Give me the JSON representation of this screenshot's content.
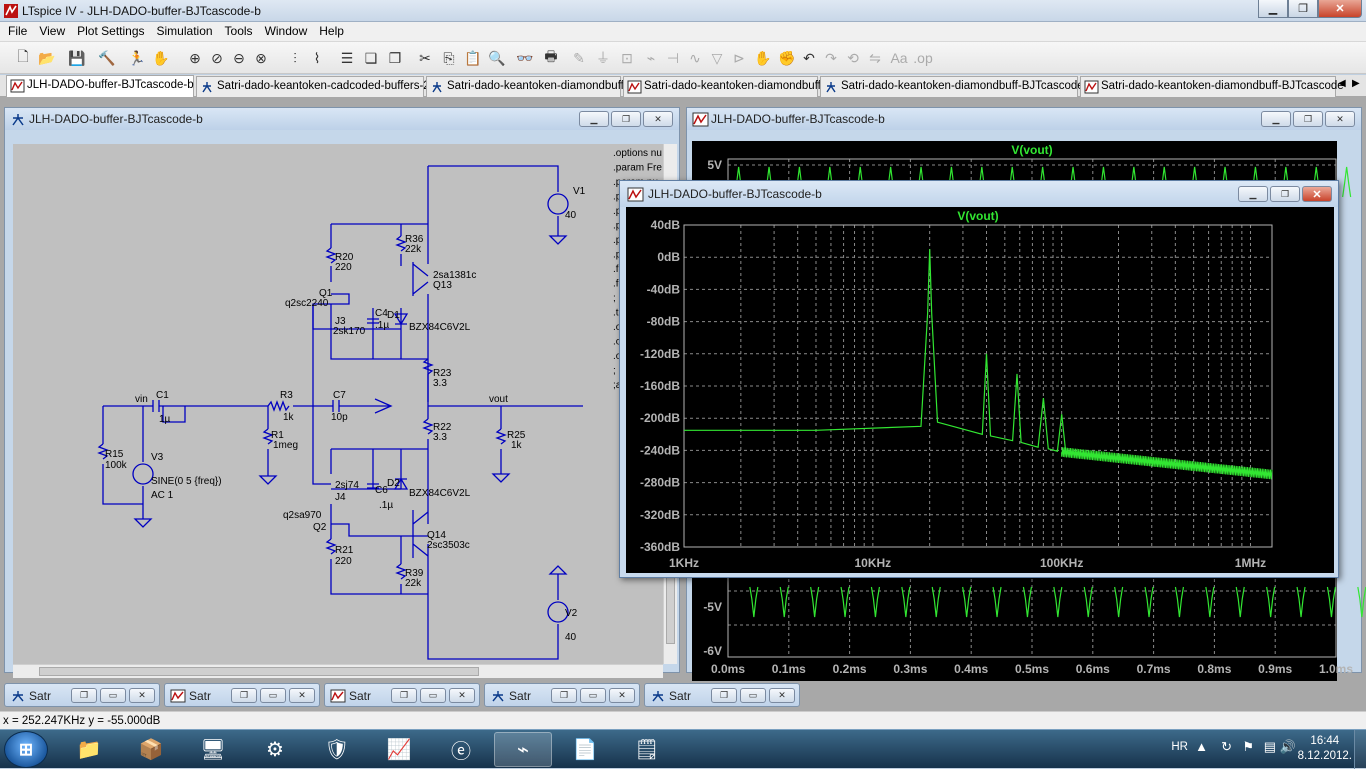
{
  "app": {
    "title": "LTspice IV - JLH-DADO-buffer-BJTcascode-b"
  },
  "menu": [
    "File",
    "View",
    "Plot Settings",
    "Simulation",
    "Tools",
    "Window",
    "Help"
  ],
  "tabs": [
    "JLH-DADO-buffer-BJTcascode-b",
    "Satri-dado-keantoken-cadcoded-buffers-2",
    "Satri-dado-keantoken-diamondbuff",
    "Satri-dado-keantoken-diamondbuff",
    "Satri-dado-keantoken-diamondbuff-BJTcascode",
    "Satri-dado-keantoken-diamondbuff-BJTcascode"
  ],
  "schematic": {
    "title": "JLH-DADO-buffer-BJTcascode-b",
    "labels": [
      "V1",
      "40",
      "R36",
      "22k",
      "R20",
      "220",
      "2sa1381c",
      "Q13",
      "Q1",
      "q2sc2240",
      "J3",
      "2sk170",
      "C4",
      ".1µ",
      "D1",
      "BZX84C6V2L",
      "R23",
      "3.3",
      "vin",
      "C1",
      "1µ",
      "R3",
      "1k",
      "C7",
      "10p",
      "vout",
      "R22",
      "3.3",
      "R25",
      "1k",
      "R1",
      "1meg",
      "R15",
      "100k",
      "V3",
      "SINE(0 5 {freq})",
      "AC 1",
      "2sj74",
      "J4",
      "C6",
      ".1µ",
      "D2",
      "BZX84C6V2L",
      "q2sa970",
      "Q2",
      "Q14",
      "2sc3503c",
      "R21",
      "220",
      "R39",
      "22k",
      "V2",
      "40"
    ],
    "directives": [
      ".options nu",
      ".param Fre",
      ".param nu",
      ".p",
      ".p",
      ".p",
      ".p",
      ".p",
      ".fo",
      ".fo",
      ";",
      ".tr",
      ".op",
      ".op",
      ".op",
      ";",
      ";ac"
    ]
  },
  "transient": {
    "title": "JLH-DADO-buffer-BJTcascode-b",
    "trace": "V(vout)",
    "ytop": "5V",
    "ylabels": [
      "-5V",
      "-6V"
    ],
    "xlabels": [
      "0.0ms",
      "0.1ms",
      "0.2ms",
      "0.3ms",
      "0.4ms",
      "0.5ms",
      "0.6ms",
      "0.7ms",
      "0.8ms",
      "0.9ms",
      "1.0ms"
    ]
  },
  "fft": {
    "title": "JLH-DADO-buffer-BJTcascode-b",
    "trace": "V(vout)",
    "ylabels": [
      "40dB",
      "0dB",
      "-40dB",
      "-80dB",
      "-120dB",
      "-160dB",
      "-200dB",
      "-240dB",
      "-280dB",
      "-320dB",
      "-360dB"
    ],
    "xlabels": [
      "1KHz",
      "10KHz",
      "100KHz",
      "1MHz"
    ]
  },
  "minimized": [
    "Satr",
    "Satr",
    "Satr",
    "Satr",
    "Satr"
  ],
  "status": "x = 252.247KHz   y = -55.000dB",
  "taskbar": {
    "lang": "HR",
    "time": "16:44",
    "date": "8.12.2012."
  },
  "colors": {
    "trace": "#32e632",
    "grid": "#8a8a8a",
    "axis": "#b4b4b4",
    "wire": "#0000c0",
    "label": "#000000"
  },
  "chart_data": [
    {
      "type": "line",
      "title": "V(vout)",
      "xlabel": "",
      "ylabel": "",
      "x_scale": "log",
      "x_ticks": [
        "1KHz",
        "10KHz",
        "100KHz",
        "1MHz"
      ],
      "xlim": [
        1000,
        1300000
      ],
      "ylim": [
        -360,
        40
      ],
      "grid": true,
      "series": [
        {
          "name": "V(vout)",
          "x": [
            1000,
            5000,
            18000,
            19500,
            20000,
            20500,
            22000,
            38000,
            40000,
            42000,
            55000,
            58000,
            61000,
            75000,
            80000,
            85000,
            95000,
            100000,
            105000,
            150000,
            300000,
            600000,
            1300000
          ],
          "y": [
            -215,
            -215,
            -210,
            -70,
            10,
            -70,
            -205,
            -220,
            -120,
            -222,
            -228,
            -145,
            -230,
            -236,
            -175,
            -238,
            -241,
            -195,
            -242,
            -248,
            -255,
            -262,
            -270
          ]
        }
      ]
    },
    {
      "type": "line",
      "title": "V(vout)",
      "xlabel": "",
      "ylabel": "",
      "xlim": [
        0,
        1.0
      ],
      "grid": true,
      "x_ticks": [
        "0.0ms",
        "0.1ms",
        "0.2ms",
        "0.3ms",
        "0.4ms",
        "0.5ms",
        "0.6ms",
        "0.7ms",
        "0.8ms",
        "0.9ms",
        "1.0ms"
      ],
      "series": [
        {
          "name": "V(vout)",
          "period_ms": 0.05
        }
      ]
    }
  ]
}
